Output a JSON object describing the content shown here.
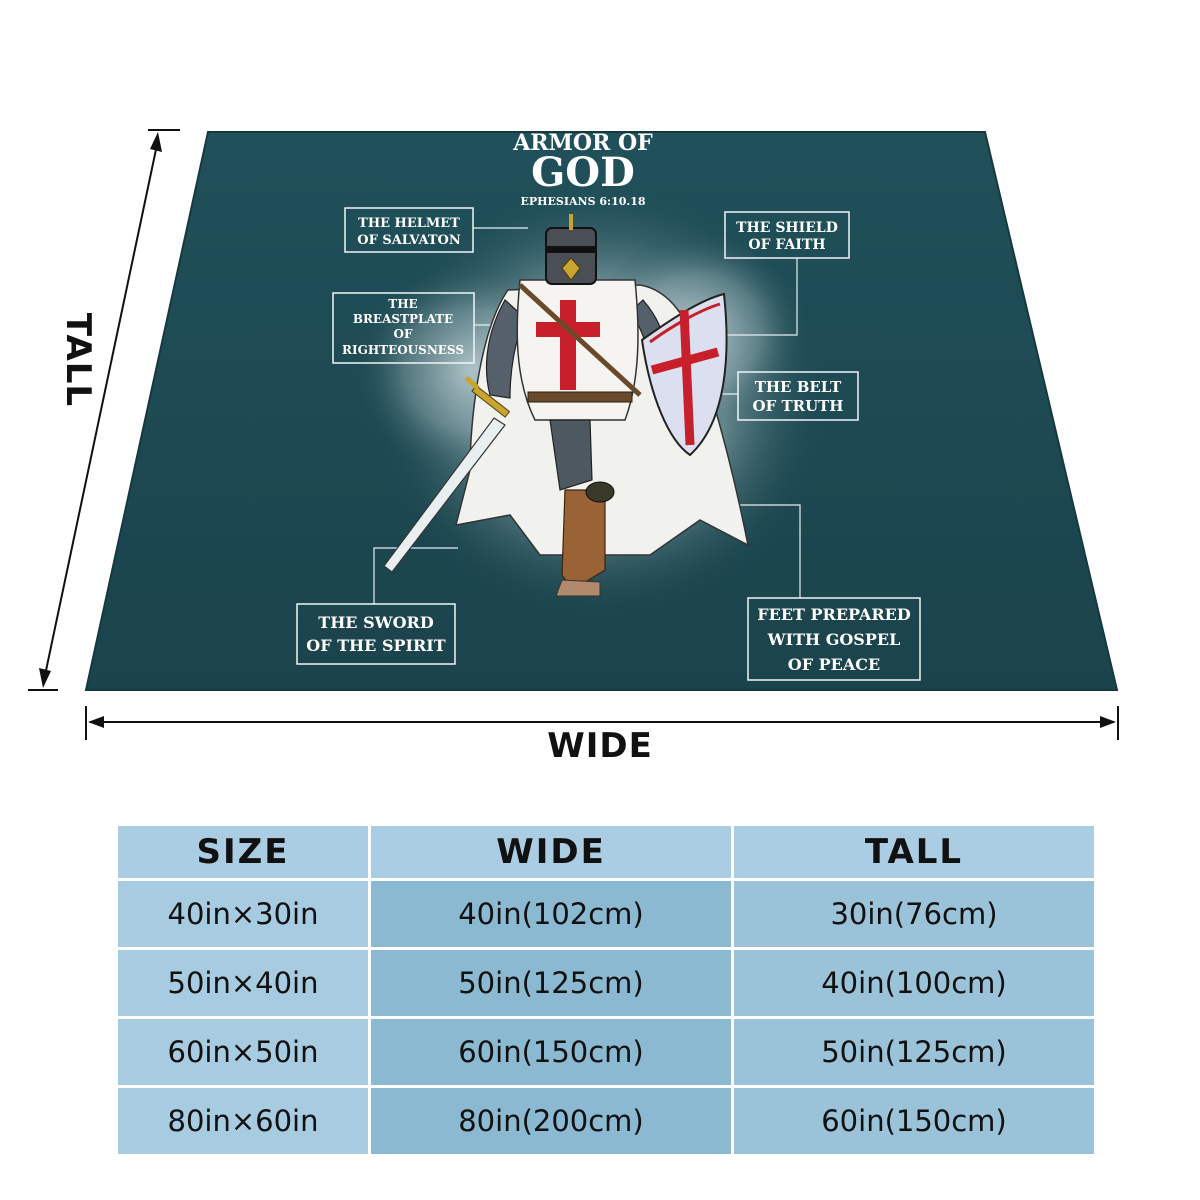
{
  "artwork": {
    "title_line1": "ARMOR OF",
    "title_line2": "GOD",
    "verse": "EPHESIANS 6:10.18",
    "labels": {
      "helmet": [
        "THE HELMET",
        "OF SALVATON"
      ],
      "shield": [
        "THE SHIELD",
        "OF FAITH"
      ],
      "breastplate": [
        "THE",
        "BREASTPLATE",
        "OF",
        "RIGHTEOUSNESS"
      ],
      "belt": [
        "THE BELT",
        "OF TRUTH"
      ],
      "sword": [
        "THE SWORD",
        "OF THE SPIRIT"
      ],
      "feet": [
        "FEET PREPARED",
        "WITH GOSPEL",
        "OF PEACE"
      ]
    }
  },
  "dimensions": {
    "wide_label": "WIDE",
    "tall_label": "TALL"
  },
  "size_table": {
    "headers": [
      "SIZE",
      "WIDE",
      "TALL"
    ],
    "rows": [
      [
        "40in×30in",
        "40in(102cm)",
        "30in(76cm)"
      ],
      [
        "50in×40in",
        "50in(125cm)",
        "40in(100cm)"
      ],
      [
        "60in×50in",
        "60in(150cm)",
        "50in(125cm)"
      ],
      [
        "80in×60in",
        "80in(200cm)",
        "60in(150cm)"
      ]
    ]
  },
  "colors": {
    "blanket": "#1f4a52",
    "label_text": "#ffffff",
    "tunic_cross": "#c8202a",
    "header_cell": "#aacde3",
    "body_cell": "#9cc3d9"
  }
}
